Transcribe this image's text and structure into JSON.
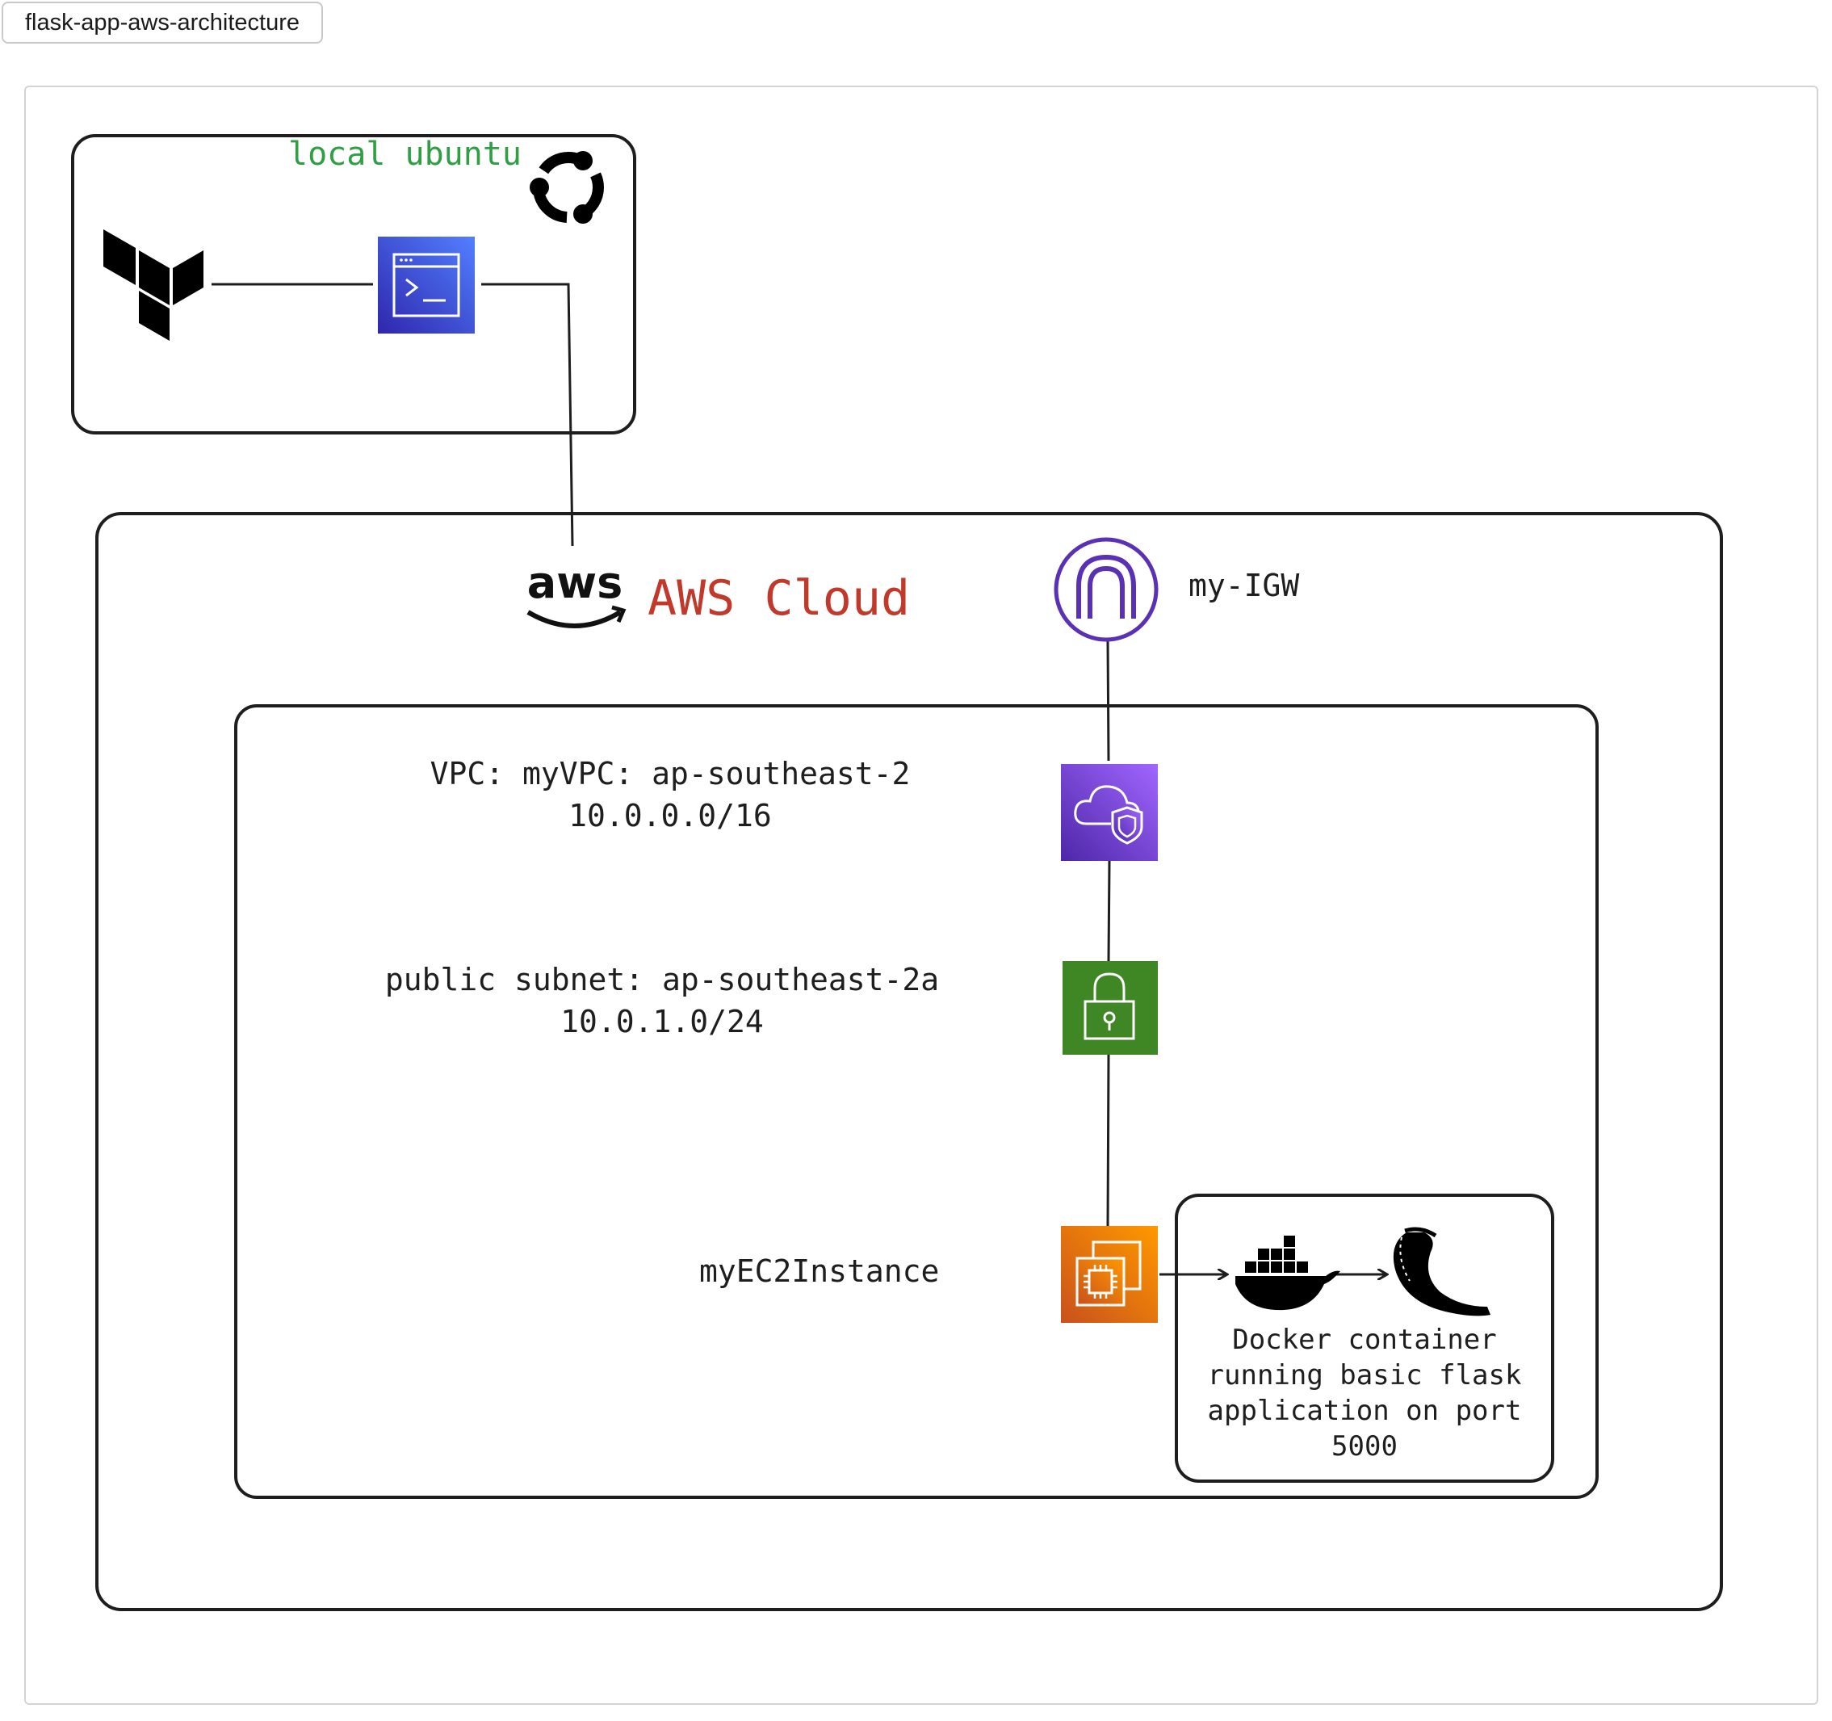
{
  "frame": {
    "name": "flask-app-aws-architecture"
  },
  "local": {
    "label": "local ubuntu",
    "label_color": "#2f9e44"
  },
  "aws": {
    "logo_text": "aws",
    "title": "AWS Cloud",
    "title_color": "#c0392b"
  },
  "igw": {
    "label": "my-IGW",
    "icon_color": "#5a30b5"
  },
  "vpc": {
    "line1": "VPC: myVPC: ap-southeast-2",
    "line2": "10.0.0.0/16",
    "icon_color": "#8c4fff"
  },
  "subnet": {
    "line1": "public subnet: ap-southeast-2a",
    "line2": "10.0.1.0/24",
    "icon_color": "#3f8624"
  },
  "ec2": {
    "label": "myEC2Instance",
    "icon_color": "#ed7100"
  },
  "docker_box": {
    "line1": "Docker container",
    "line2": "running basic flask",
    "line3": "application on port",
    "line4": "5000"
  },
  "icons": [
    "terraform-icon",
    "terminal-icon",
    "ubuntu-icon",
    "aws-logo-icon",
    "internet-gateway-icon",
    "vpc-icon",
    "public-subnet-icon",
    "ec2-icon",
    "docker-icon",
    "flask-icon"
  ]
}
